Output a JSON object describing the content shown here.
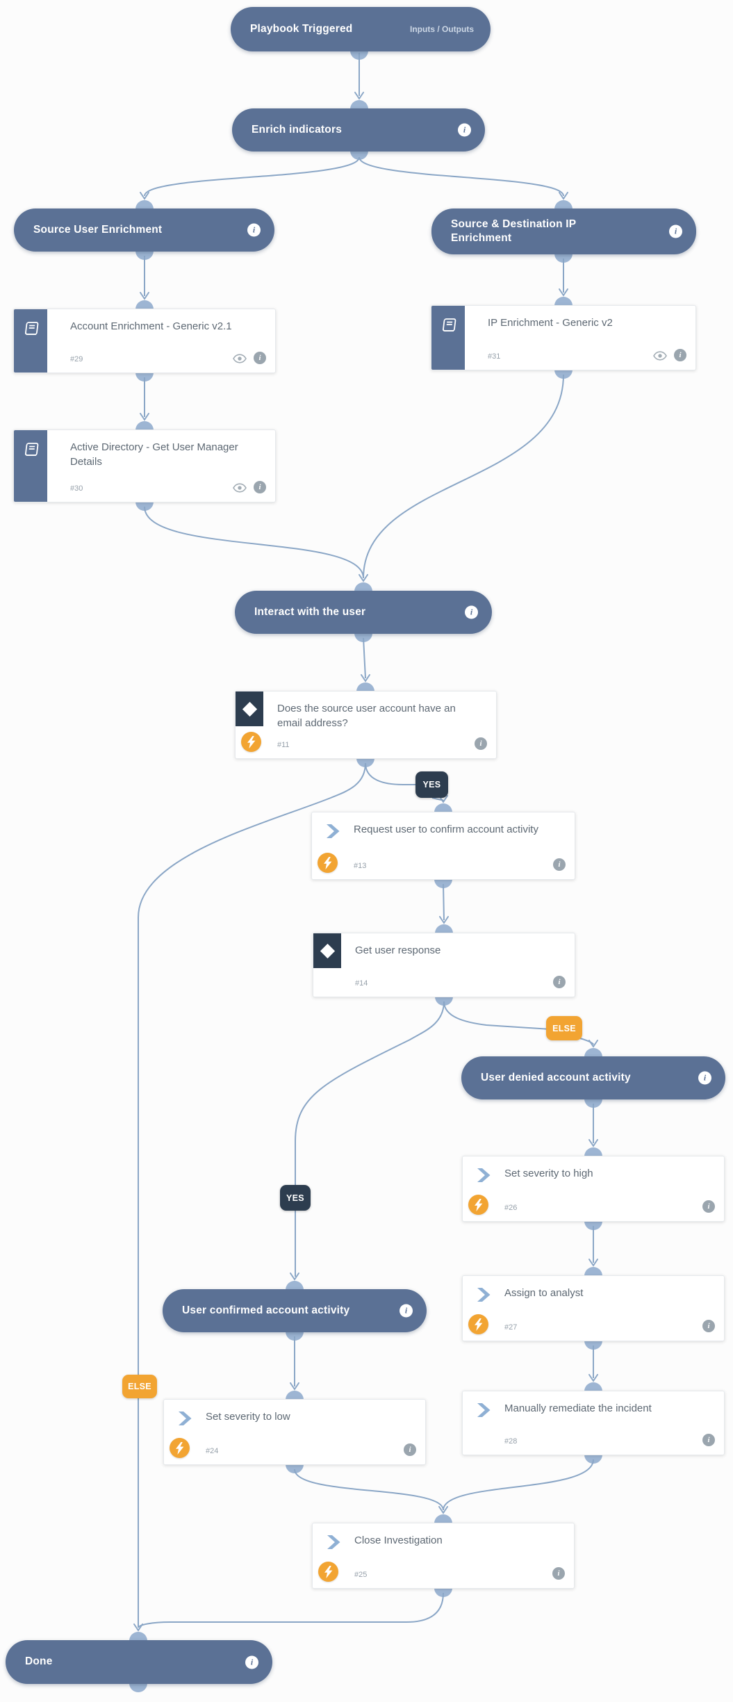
{
  "diagram": {
    "kind": "playbook-workflow",
    "colors": {
      "group_node_blue": "#5b7195",
      "condition_dark_navy": "#2d3d4f",
      "automation_orange": "#f2a432",
      "connector_blue": "#8aa6c6",
      "port_blue": "#9db5d3",
      "card_title_gray": "#5d6873",
      "card_number_gray": "#96a0aa",
      "icon_gray": "#9aa5ae",
      "background": "#fcfcfc"
    }
  },
  "nodes": [
    {
      "id": "playbook-triggered",
      "kind": "header",
      "title": "Playbook Triggered",
      "right_label": "Inputs / Outputs",
      "has_info": false
    },
    {
      "id": "enrich-indicators",
      "kind": "header",
      "title": "Enrich indicators",
      "has_info": true
    },
    {
      "id": "source-user-enrichment",
      "kind": "header",
      "title": "Source User Enrichment",
      "has_info": true
    },
    {
      "id": "source-destination-ip-enrichment",
      "kind": "header",
      "title": "Source & Destination IP Enrichment",
      "has_info": true
    },
    {
      "id": "account-enrichment",
      "kind": "playbook-task",
      "title": "Account Enrichment - Generic v2.1",
      "number": "#29",
      "has_eye": true,
      "has_info": true,
      "icon": "playbook-book-icon"
    },
    {
      "id": "active-directory",
      "kind": "playbook-task",
      "title": "Active Directory - Get User Manager Details",
      "number": "#30",
      "has_eye": true,
      "has_info": true,
      "icon": "playbook-book-icon"
    },
    {
      "id": "ip-enrichment",
      "kind": "playbook-task",
      "title": "IP Enrichment - Generic v2",
      "number": "#31",
      "has_eye": true,
      "has_info": true,
      "icon": "playbook-book-icon"
    },
    {
      "id": "interact-with-the-user",
      "kind": "header",
      "title": "Interact with the user",
      "has_info": true
    },
    {
      "id": "email-condition",
      "kind": "condition-task",
      "title": "Does the source user account have an email address?",
      "number": "#11",
      "automated": true,
      "has_info": true,
      "icon": "condition-diamond-icon"
    },
    {
      "id": "request-confirm",
      "kind": "action-task",
      "title": "Request user to confirm account activity",
      "number": "#13",
      "automated": true,
      "has_info": true,
      "icon": "task-chevron-icon"
    },
    {
      "id": "get-user-response",
      "kind": "condition-task",
      "title": "Get user response",
      "number": "#14",
      "automated": false,
      "has_info": true,
      "icon": "condition-diamond-icon"
    },
    {
      "id": "user-denied",
      "kind": "header",
      "title": "User denied account activity",
      "has_info": true
    },
    {
      "id": "set-severity-high",
      "kind": "action-task",
      "title": "Set severity to high",
      "number": "#26",
      "automated": true,
      "has_info": true,
      "icon": "task-chevron-icon"
    },
    {
      "id": "assign-to-analyst",
      "kind": "action-task",
      "title": "Assign to analyst",
      "number": "#27",
      "automated": true,
      "has_info": true,
      "icon": "task-chevron-icon"
    },
    {
      "id": "user-confirmed",
      "kind": "header",
      "title": "User confirmed account activity",
      "has_info": true
    },
    {
      "id": "set-severity-low",
      "kind": "action-task",
      "title": "Set severity to low",
      "number": "#24",
      "automated": true,
      "has_info": true,
      "icon": "task-chevron-icon"
    },
    {
      "id": "manually-remediate",
      "kind": "action-task",
      "title": "Manually remediate the incident",
      "number": "#28",
      "automated": false,
      "has_info": true,
      "icon": "task-chevron-icon"
    },
    {
      "id": "close-investigation",
      "kind": "action-task",
      "title": "Close Investigation",
      "number": "#25",
      "automated": true,
      "has_info": true,
      "icon": "task-chevron-icon"
    },
    {
      "id": "done",
      "kind": "header",
      "title": "Done",
      "has_info": true
    }
  ],
  "badges": [
    {
      "id": "yes-email-condition",
      "text": "YES"
    },
    {
      "id": "else-get-user-response",
      "text": "ELSE"
    },
    {
      "id": "yes-get-user-response",
      "text": "YES"
    },
    {
      "id": "else-email-condition",
      "text": "ELSE"
    }
  ]
}
